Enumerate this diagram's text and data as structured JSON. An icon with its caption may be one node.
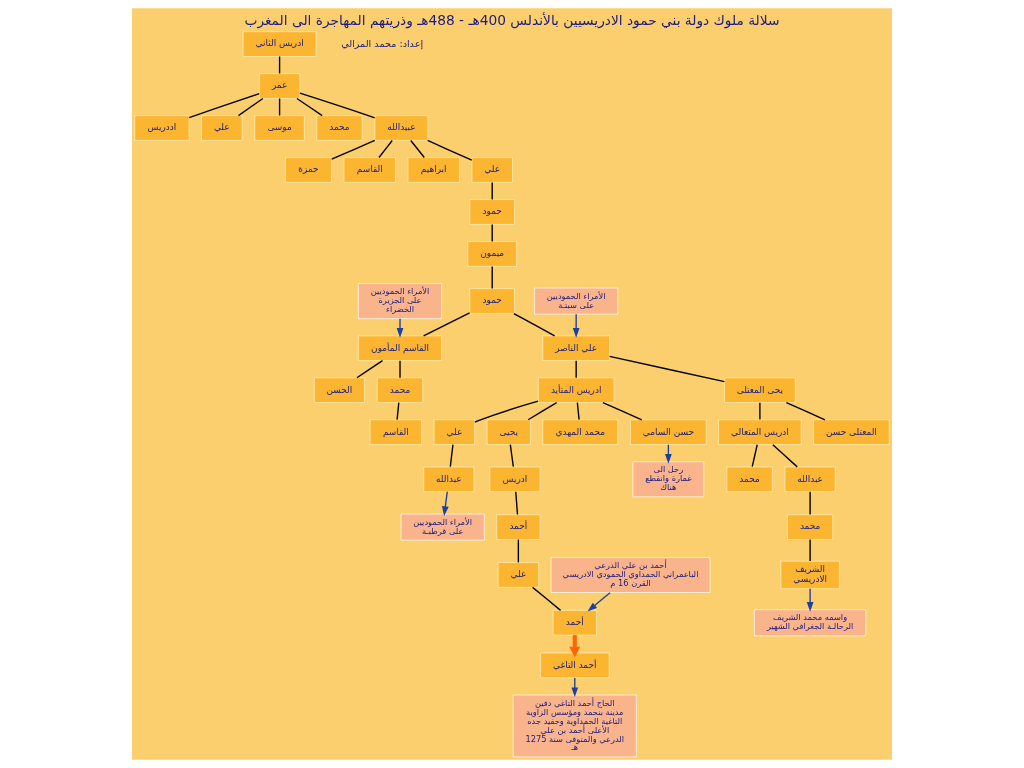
{
  "diagram": {
    "title": "سلالة ملوك دولة بني حمود الادريسيين بالأندلس 400هـ - 488هـ وذريتهم المهاجرة الى المغرب",
    "nodes": [
      {
        "text": [
          "ادريس الثاني"
        ]
      },
      {
        "text": [
          "عمر"
        ]
      },
      {
        "text": [
          "اددريس"
        ]
      },
      {
        "text": [
          "علي"
        ]
      },
      {
        "text": [
          "موسى"
        ]
      },
      {
        "text": [
          "محمد"
        ]
      },
      {
        "text": [
          "عبيدالله"
        ]
      },
      {
        "text": [
          "حمزة"
        ]
      },
      {
        "text": [
          "القاسم"
        ]
      },
      {
        "text": [
          "ابراهيم"
        ]
      },
      {
        "text": [
          "علي"
        ]
      },
      {
        "text": [
          "حمود"
        ]
      },
      {
        "text": [
          "ميمون"
        ]
      },
      {
        "text": [
          "حمود"
        ]
      },
      {
        "text": [
          "القاسم المأمون"
        ]
      },
      {
        "text": [
          "علي الناصر"
        ]
      },
      {
        "text": [
          "الحسن"
        ]
      },
      {
        "text": [
          "محمد"
        ]
      },
      {
        "text": [
          "ادريس المتأيد"
        ]
      },
      {
        "text": [
          "يحى المعتلى"
        ]
      },
      {
        "text": [
          "القاسم"
        ]
      },
      {
        "text": [
          "علي"
        ]
      },
      {
        "text": [
          "يحيى"
        ]
      },
      {
        "text": [
          "محمد المهدي"
        ]
      },
      {
        "text": [
          "حسن السامي"
        ]
      },
      {
        "text": [
          "ادريس المتعالي"
        ]
      },
      {
        "text": [
          "المعتلى حسن"
        ]
      },
      {
        "text": [
          "عبدالله"
        ]
      },
      {
        "text": [
          "ادريس"
        ]
      },
      {
        "text": [
          "محمد"
        ]
      },
      {
        "text": [
          "عبدالله"
        ]
      },
      {
        "text": [
          "أحمد"
        ]
      },
      {
        "text": [
          "محمد"
        ]
      },
      {
        "text": [
          "علي"
        ]
      },
      {
        "text": [
          "الشريف الادريسي"
        ]
      },
      {
        "text": [
          "أحمد"
        ]
      },
      {
        "text": [
          "أحمد التاغي"
        ]
      },
      {
        "text": [
          "الأمراء الحموديين على الجزيرة الخضراء"
        ]
      },
      {
        "text": [
          "الأمراء الحموديين على سبتـة"
        ]
      },
      {
        "text": [
          "رحل الى غمارة وانقطع هناك"
        ]
      },
      {
        "text": [
          "الأمراء الحموديين على قرطبـة"
        ]
      },
      {
        "text": [
          "أحمد بن علي الدرعي الباعمراني الحمداوي الحمودي الادريسي القرن 16 م"
        ]
      },
      {
        "text": [
          "الحاج أحمد التاغي دفين مدينة بنحمد ومؤسس الزاوية التاغية الحمداوية وحفيد جده الأعلى أحمد بن علي الدرعي والمتوفى سنة 1275 هـ"
        ]
      },
      {
        "text": [
          "واسمه محمد الشريف الرحالـة الجغرافي الشهير"
        ]
      }
    ],
    "edges": [
      {
        "from": 0,
        "to": 1,
        "arrow": "none"
      },
      {
        "from": 1,
        "to": 2,
        "arrow": "none"
      },
      {
        "from": 1,
        "to": 3,
        "arrow": "none"
      },
      {
        "from": 1,
        "to": 4,
        "arrow": "none"
      },
      {
        "from": 1,
        "to": 5,
        "arrow": "none"
      },
      {
        "from": 1,
        "to": 6,
        "arrow": "none"
      },
      {
        "from": 6,
        "to": 7,
        "arrow": "none"
      },
      {
        "from": 6,
        "to": 8,
        "arrow": "none"
      },
      {
        "from": 6,
        "to": 9,
        "arrow": "none"
      },
      {
        "from": 6,
        "to": 10,
        "arrow": "none"
      },
      {
        "from": 10,
        "to": 11,
        "arrow": "none"
      },
      {
        "from": 11,
        "to": 12,
        "arrow": "none"
      },
      {
        "from": 12,
        "to": 13,
        "arrow": "none"
      },
      {
        "from": 13,
        "to": 14,
        "arrow": "none"
      },
      {
        "from": 13,
        "to": 15,
        "arrow": "none"
      },
      {
        "from": 14,
        "to": 16,
        "arrow": "none"
      },
      {
        "from": 14,
        "to": 17,
        "arrow": "none"
      },
      {
        "from": 15,
        "to": 18,
        "arrow": "none"
      },
      {
        "from": 15,
        "to": 19,
        "arrow": "none"
      },
      {
        "from": 17,
        "to": 20,
        "arrow": "none"
      },
      {
        "from": 18,
        "to": 21,
        "arrow": "none"
      },
      {
        "from": 18,
        "to": 22,
        "arrow": "none"
      },
      {
        "from": 18,
        "to": 23,
        "arrow": "none"
      },
      {
        "from": 18,
        "to": 24,
        "arrow": "none"
      },
      {
        "from": 19,
        "to": 25,
        "arrow": "none"
      },
      {
        "from": 19,
        "to": 26,
        "arrow": "none"
      },
      {
        "from": 21,
        "to": 27,
        "arrow": "none"
      },
      {
        "from": 22,
        "to": 28,
        "arrow": "none"
      },
      {
        "from": 25,
        "to": 29,
        "arrow": "none"
      },
      {
        "from": 25,
        "to": 30,
        "arrow": "none"
      },
      {
        "from": 28,
        "to": 31,
        "arrow": "none"
      },
      {
        "from": 30,
        "to": 32,
        "arrow": "none"
      },
      {
        "from": 31,
        "to": 33,
        "arrow": "none"
      },
      {
        "from": 32,
        "to": 34,
        "arrow": "none"
      },
      {
        "from": 33,
        "to": 35,
        "arrow": "none"
      },
      {
        "from": 35,
        "to": 36,
        "arrow": "to",
        "style": "thick",
        "color": "#ff6600"
      },
      {
        "from": 37,
        "to": 14,
        "arrow": "to",
        "color": "#1f3fa0"
      },
      {
        "from": 38,
        "to": 15,
        "arrow": "to",
        "color": "#1f3fa0"
      },
      {
        "from": 24,
        "to": 39,
        "arrow": "to",
        "color": "#1f3fa0"
      },
      {
        "from": 27,
        "to": 40,
        "arrow": "to",
        "color": "#1f3fa0"
      },
      {
        "from": 41,
        "to": 35,
        "arrow": "to",
        "color": "#1f3fa0"
      },
      {
        "from": 36,
        "to": 42,
        "arrow": "to",
        "color": "#1f3fa0"
      },
      {
        "from": 34,
        "to": 43,
        "arrow": "to",
        "color": "#1f3fa0"
      }
    ],
    "labels": [
      "إعداد: محمد المزالي"
    ]
  }
}
